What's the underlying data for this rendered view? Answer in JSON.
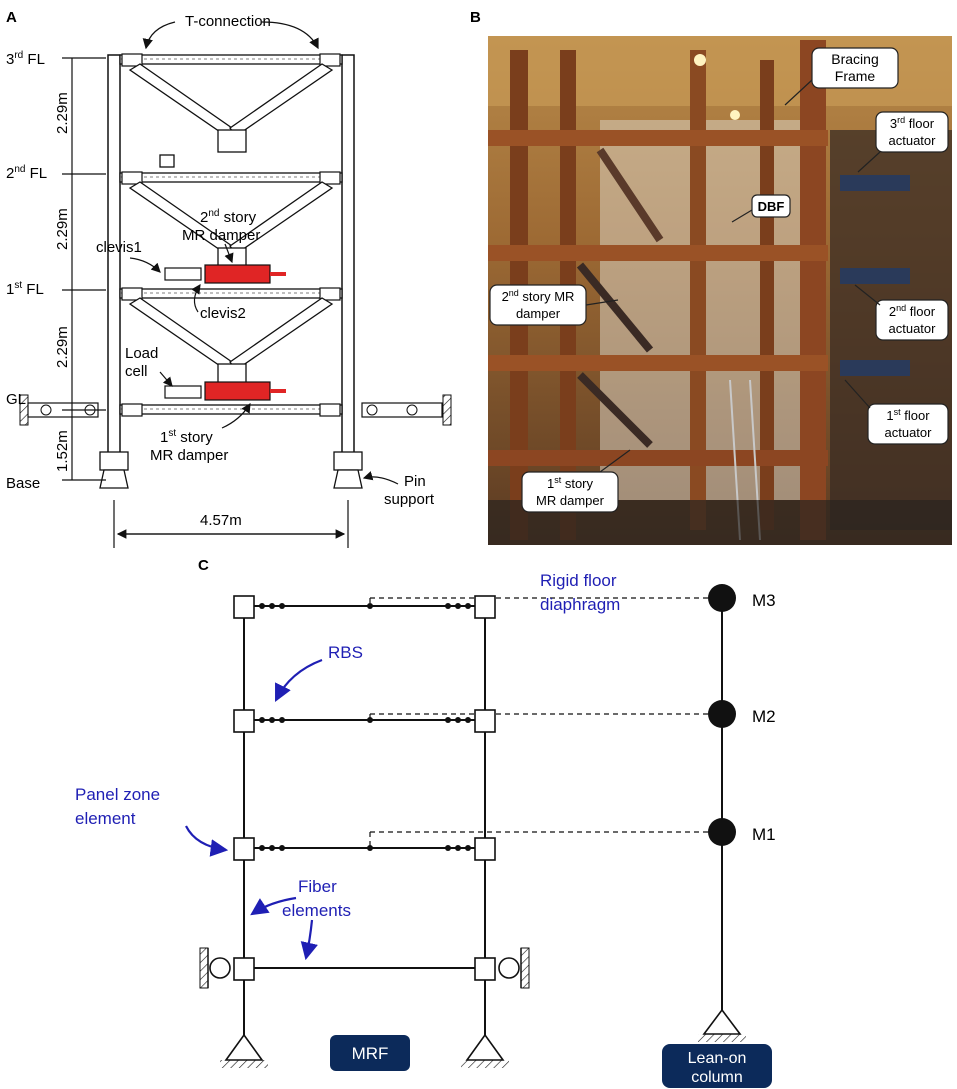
{
  "panel_a": {
    "letter": "A",
    "t_connection": "T-connection",
    "floors": [
      {
        "label": "3",
        "sup": "rd",
        "suffix": " FL"
      },
      {
        "label": "2",
        "sup": "nd",
        "suffix": " FL"
      },
      {
        "label": "1",
        "sup": "st",
        "suffix": " FL"
      }
    ],
    "gl": "GL",
    "base": "Base",
    "heights": [
      "2.29m",
      "2.29m",
      "2.29m",
      "1.52m"
    ],
    "width": "4.57m",
    "damper2_line1": "2",
    "damper2_sup": "nd",
    "damper2_line1_rest": " story",
    "damper2_line2": "MR damper",
    "damper1_line1": "1",
    "damper1_sup": "st",
    "damper1_line1_rest": " story",
    "damper1_line2": "MR damper",
    "clevis1": "clevis1",
    "clevis2": "clevis2",
    "load_line1": "Load",
    "load_line2": "cell",
    "pin_line1": "Pin",
    "pin_line2": "support"
  },
  "panel_b": {
    "letter": "B",
    "bracing_line1": "Bracing",
    "bracing_line2": "Frame",
    "act3_line1_num": "3",
    "act3_sup": "rd",
    "act3_line1_rest": " floor",
    "act3_line2": "actuator",
    "dbf": "DBF",
    "mr2_line1_num": "2",
    "mr2_sup": "nd",
    "mr2_line1_rest": " story MR",
    "mr2_line2": "damper",
    "act2_line1_num": "2",
    "act2_sup": "nd",
    "act2_line1_rest": " floor",
    "act2_line2": "actuator",
    "act1_line1_num": "1",
    "act1_sup": "st",
    "act1_line1_rest": " floor",
    "act1_line2": "actuator",
    "mr1_line1_num": "1",
    "mr1_sup": "st",
    "mr1_line1_rest": " story",
    "mr1_line2": "MR damper"
  },
  "panel_c": {
    "letter": "C",
    "rigid_line1": "Rigid floor",
    "rigid_line2": "diaphragm",
    "rbs": "RBS",
    "panel_zone_line1": "Panel zone",
    "panel_zone_line2": "element",
    "fiber_line1": "Fiber",
    "fiber_line2": "elements",
    "masses": [
      "M3",
      "M2",
      "M1"
    ],
    "mrf": "MRF",
    "lean_line1": "Lean-on",
    "lean_line2": "column",
    "blue": "#1f1fb4",
    "navy": "#0c2a5a"
  }
}
